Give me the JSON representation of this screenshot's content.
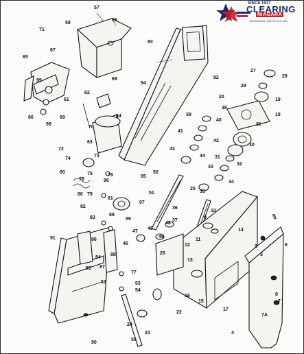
{
  "logo": {
    "small": "SINCE 1917",
    "main": "CLEARING",
    "sub": "NIAGARA",
    "tagline": "TECHNICAL SERVICES INC.",
    "colors": {
      "blue": "#1c2b6b",
      "red": "#c8202a"
    }
  },
  "labels": [
    "1",
    "2",
    "3",
    "4",
    "5",
    "6",
    "7",
    "7A",
    "8",
    "9",
    "10",
    "11",
    "12",
    "13",
    "14",
    "15",
    "16",
    "17",
    "18",
    "19",
    "20",
    "21",
    "22",
    "23",
    "24",
    "25",
    "26",
    "27",
    "28",
    "29",
    "30",
    "31",
    "32",
    "33",
    "34",
    "35",
    "36",
    "37",
    "38",
    "39",
    "40",
    "41",
    "42",
    "43",
    "44",
    "45",
    "46",
    "47",
    "48",
    "49",
    "50",
    "51",
    "52",
    "53",
    "54",
    "55",
    "56",
    "57",
    "58",
    "59",
    "60",
    "61",
    "62",
    "63",
    "64",
    "65",
    "66",
    "67",
    "68",
    "69",
    "70",
    "71",
    "72",
    "73",
    "74",
    "75",
    "76",
    "77",
    "78",
    "79",
    "80",
    "81",
    "82",
    "83",
    "84",
    "85",
    "86",
    "87",
    "88",
    "89",
    "90",
    "91",
    "92",
    "93",
    "94",
    "95",
    "96",
    "97",
    "98",
    "99"
  ]
}
